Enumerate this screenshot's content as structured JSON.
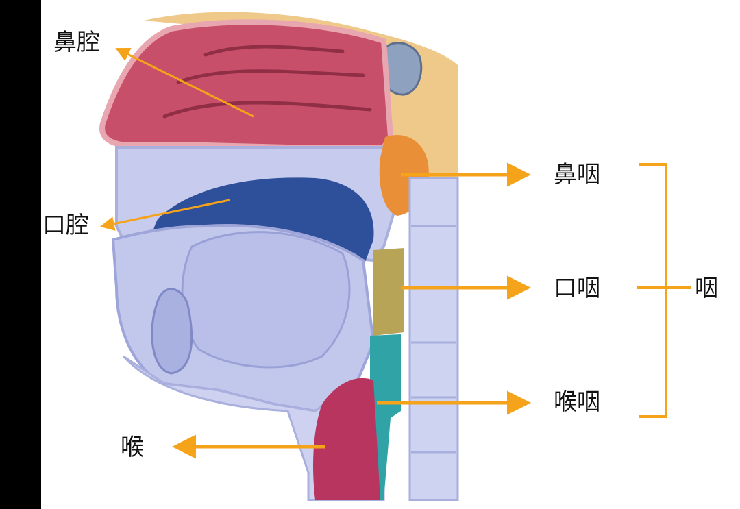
{
  "labels": {
    "nasal_cavity": "鼻腔",
    "oral_cavity": "口腔",
    "larynx": "喉",
    "nasopharynx": "鼻咽",
    "oropharynx": "口咽",
    "laryngopharynx": "喉咽",
    "pharynx": "咽"
  },
  "colors": {
    "arrow": "#f5a31a",
    "nasal_cavity": "#c84f6a",
    "nasopharynx": "#e98f38",
    "oropharynx": "#b7a457",
    "laryngopharynx": "#2fa3a6",
    "larynx": "#b8355f",
    "oral_cavity": "#2e4f9a",
    "tissue": "#c7ccee",
    "skin": "#efc98a"
  }
}
